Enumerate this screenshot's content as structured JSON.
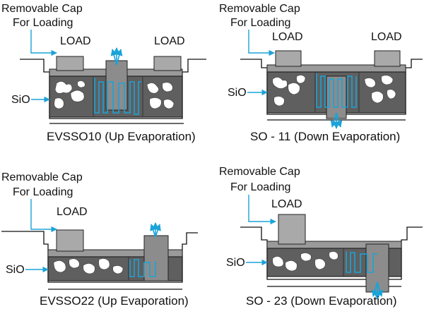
{
  "colors": {
    "flow": "#1aa3d8",
    "body": "#5f5f5f",
    "lid": "#9a9a9a",
    "load": "#a9a9a9"
  },
  "panels": [
    {
      "id": "evsso10",
      "removable_cap_line1": "Removable Cap",
      "removable_cap_line2": "For Loading",
      "load_labels": [
        "LOAD",
        "LOAD"
      ],
      "sio_label": "SiO",
      "caption": "EVSSO10 (Up Evaporation)"
    },
    {
      "id": "so11",
      "removable_cap_line1": "Removable Cap",
      "removable_cap_line2": "For Loading",
      "load_labels": [
        "LOAD",
        "LOAD"
      ],
      "sio_label": "SiO",
      "caption": "SO - 11 (Down Evaporation)"
    },
    {
      "id": "evsso22",
      "removable_cap_line1": "Removable Cap",
      "removable_cap_line2": "For Loading",
      "load_labels": [
        "LOAD"
      ],
      "sio_label": "SiO",
      "caption": "EVSSO22 (Up Evaporation)"
    },
    {
      "id": "so23",
      "removable_cap_line1": "Removable Cap",
      "removable_cap_line2": "For Loading",
      "load_labels": [
        "LOAD"
      ],
      "sio_label": "SiO",
      "caption": "SO - 23 (Down Evaporation)"
    }
  ]
}
